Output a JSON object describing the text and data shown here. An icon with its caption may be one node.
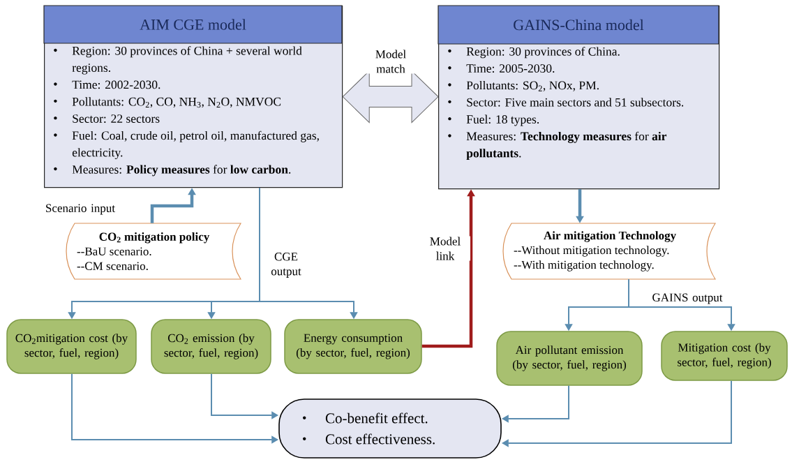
{
  "diagram": {
    "nodes": [
      {
        "text": [
          "AIM CGE model",
          "Region: 30 provinces of China + several world regions.",
          "Time: 2002-2030.",
          "Pollutants: CO$_{2}$, CO, NH$_{3}$, N$_{2}$O, NMVOC",
          "Sector: 22 sectors",
          "Fuel: Coal, crude oil, petrol oil, manufactured gas, electricity.",
          "Measures: **Policy measures** for **low carbon**."
        ]
      },
      {
        "text": [
          "GAINS-China model",
          "Region: 30 provinces of China.",
          "Time: 2005-2030.",
          "Pollutants: SO$_{2}$, NOx, PM.",
          "Sector: Five main sectors and 51 subsectors.",
          "Fuel: 18 types.",
          "Measures: **Technology measures** for **air pollutants**."
        ]
      },
      {
        "text": [
          "CO$_{2}$ mitigation policy",
          "--BaU scenario.",
          "--CM scenario."
        ]
      },
      {
        "text": [
          "Air mitigation Technology",
          "--Without mitigation technology.",
          "--With mitigation technology."
        ]
      },
      {
        "text": [
          "CO$_{2}$mitigation cost (by sector, fuel, region)"
        ]
      },
      {
        "text": [
          "CO$_{2}$ emission (by sector, fuel, region)"
        ]
      },
      {
        "text": [
          "Energy consumption (by sector, fuel, region)"
        ]
      },
      {
        "text": [
          "Air pollutant emission (by sector, fuel, region)"
        ]
      },
      {
        "text": [
          "Mitigation cost (by sector, fuel, region)"
        ]
      },
      {
        "text": [
          "Co-benefit effect.",
          "Cost effectiveness."
        ]
      }
    ],
    "edges": [
      {
        "from": 0,
        "to": 1,
        "arrow": "both",
        "label": "Model match"
      },
      {
        "from": 2,
        "to": 0,
        "arrow": "to",
        "label": "Scenario input",
        "style": "thick"
      },
      {
        "from": 0,
        "to": 4,
        "arrow": "to",
        "label": "CGE output"
      },
      {
        "from": 0,
        "to": 5,
        "arrow": "to"
      },
      {
        "from": 0,
        "to": 6,
        "arrow": "to"
      },
      {
        "from": 6,
        "to": 1,
        "arrow": "to",
        "label": "Model link",
        "style": "thick",
        "color": "#a01c1c"
      },
      {
        "from": 1,
        "to": 3,
        "arrow": "to",
        "style": "thick"
      },
      {
        "from": 3,
        "to": 7,
        "arrow": "to"
      },
      {
        "from": 3,
        "to": 8,
        "arrow": "to",
        "label": "GAINS output"
      },
      {
        "from": 4,
        "to": 9,
        "arrow": "to"
      },
      {
        "from": 5,
        "to": 9,
        "arrow": "to"
      },
      {
        "from": 7,
        "to": 9,
        "arrow": "to"
      },
      {
        "from": 8,
        "to": 9,
        "arrow": "to"
      }
    ]
  }
}
